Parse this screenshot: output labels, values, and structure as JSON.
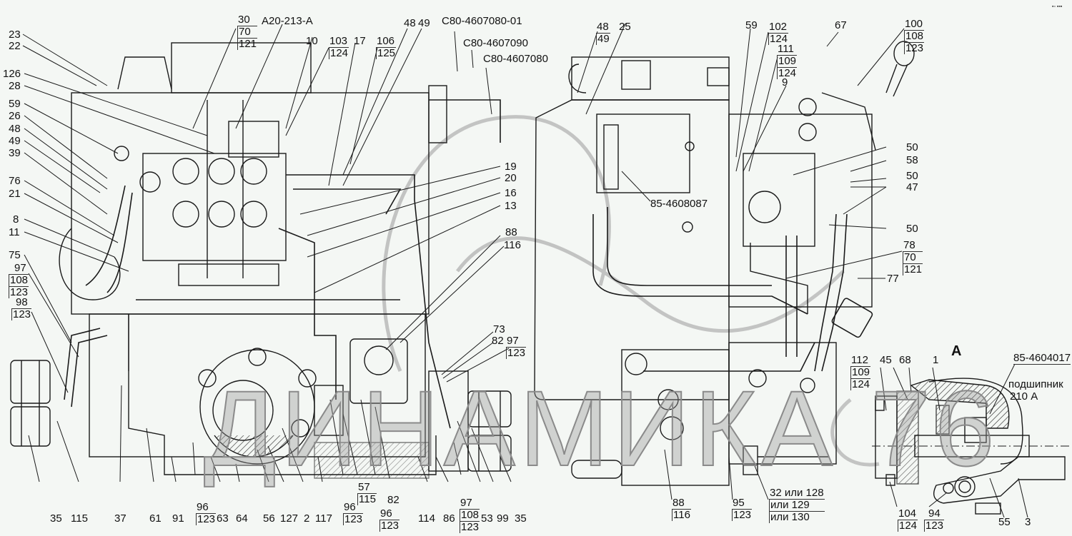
{
  "drawing": {
    "section_label": "A",
    "corner_mark": "▪▫ ▪▪▪",
    "watermark": "ДИНАМИКА 76",
    "colors": {
      "line": "#1a1a1a",
      "background": "#f4f7f4",
      "watermark": "#9a9a9a"
    }
  },
  "callouts_left": [
    "23",
    "22",
    "126",
    "28",
    "59",
    "26",
    "48",
    "49",
    "39",
    "76",
    "21",
    "8",
    "11",
    "75"
  ],
  "stacks_left": [
    {
      "id": "97-108-123",
      "lines": [
        "97",
        "108",
        "123"
      ]
    },
    {
      "id": "98-123",
      "lines": [
        "98",
        "123"
      ]
    }
  ],
  "top_labels": {
    "s30": [
      "30",
      "70",
      "121"
    ],
    "a20": "А20-213-А",
    "n10": "10",
    "s103": [
      "103",
      "124"
    ],
    "n17": "17",
    "s106": [
      "106",
      "125"
    ],
    "n48": "48",
    "n49": "49",
    "c80_01": "С80-4607080-01",
    "c80_090": "С80-4607090",
    "c80_080": "С80-4607080",
    "s48r": [
      "48",
      "49"
    ],
    "n25": "25",
    "n59": "59",
    "s102": [
      "102",
      "124"
    ],
    "s111": [
      "111",
      "109",
      "124"
    ],
    "n9": "9",
    "n67": "67",
    "s100": [
      "100",
      "108",
      "123"
    ]
  },
  "mid_labels": {
    "n19": "19",
    "n20": "20",
    "n16": "16",
    "n13": "13",
    "n88": "88",
    "n116": "116",
    "n73": "73",
    "n82": "82",
    "s97": [
      "97",
      "123"
    ],
    "part_85_4608087": "85-4608087",
    "r50a": "50",
    "r58": "58",
    "r50b": "50",
    "r47": "47",
    "r50c": "50",
    "s78": [
      "78",
      "70",
      "121"
    ],
    "n77": "77"
  },
  "detail_a": {
    "s112": [
      "112",
      "109",
      "124"
    ],
    "n45": "45",
    "n68": "68",
    "n1": "1",
    "part": "85-4604017",
    "bearing_line1": "подшипник",
    "bearing_line2": "210 А",
    "s104": [
      "104",
      "124"
    ],
    "s94": [
      "94",
      "123"
    ],
    "n55": "55",
    "n3": "3"
  },
  "bottom_labels": {
    "n35a": "35",
    "n115": "115",
    "n37": "37",
    "n61": "61",
    "n91": "91",
    "s96a": [
      "96",
      "123"
    ],
    "n63": "63",
    "n64": "64",
    "n56": "56",
    "n127": "127",
    "n2": "2",
    "n117": "117",
    "s96b": [
      "96",
      "123"
    ],
    "s57": [
      "57",
      "115"
    ],
    "s96c": [
      "96",
      "123"
    ],
    "n82": "82",
    "n114": "114",
    "n86": "86",
    "s97b": [
      "97",
      "108",
      "123"
    ],
    "n53": "53",
    "n99": "99",
    "n35b": "35",
    "s88": [
      "88",
      "116"
    ],
    "s95": [
      "95",
      "123"
    ],
    "alt": [
      "32 или 128",
      "или 129",
      "или 130"
    ]
  }
}
